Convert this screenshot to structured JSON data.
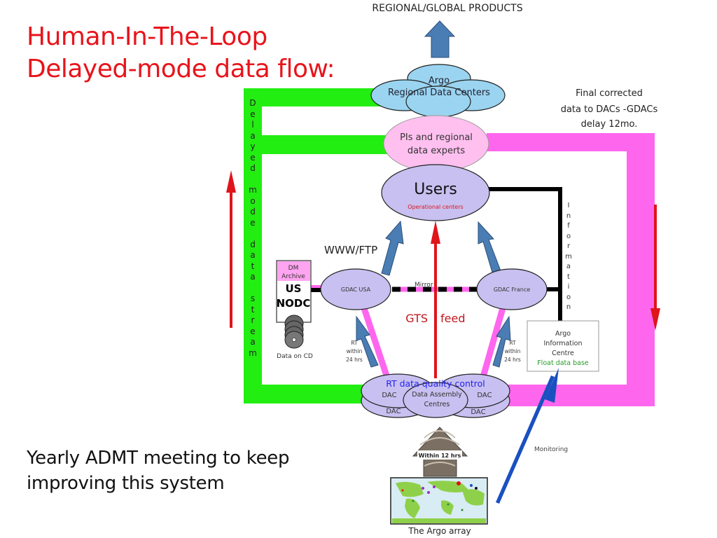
{
  "slide": {
    "title_line1": "Human-In-The-Loop",
    "title_line2": "Delayed-mode data flow:",
    "footnote_line1": "Yearly ADMT meeting to keep",
    "footnote_line2": "improving this system"
  },
  "diagram": {
    "top_label": "REGIONAL/GLOBAL  PRODUCTS",
    "regional_centers": {
      "line1": "Argo",
      "line2": "Regional Data Centers"
    },
    "pis": {
      "line1": "PIs and regional",
      "line2": "data experts"
    },
    "users": {
      "label": "Users",
      "sublabel": "Operational centers"
    },
    "final_corrected": {
      "line1": "Final corrected",
      "line2": "data to DACs -GDACs",
      "line3": "delay 12mo."
    },
    "delayed_stream_letters": [
      "D",
      "e",
      "l",
      "a",
      "y",
      "e",
      "d",
      " ",
      "m",
      "o",
      "d",
      "e",
      " ",
      "d",
      "a",
      "t",
      "a",
      " ",
      "s",
      "t",
      "r",
      "e",
      "a",
      "m"
    ],
    "information_letters": [
      "I",
      "n",
      "f",
      "o",
      "r",
      "m",
      "a",
      "t",
      "i",
      "o",
      "n"
    ],
    "www_ftp": "WWW/FTP",
    "mirror": "Mirror",
    "gdac_usa": "GDAC USA",
    "gdac_france": "GDAC France",
    "gts_left": "GTS",
    "gts_right": "feed",
    "nodc": {
      "dm_line1": "DM",
      "dm_line2": "Archive",
      "us": "US",
      "nodc": "NODC",
      "cd_label": "Data on CD"
    },
    "rt_within_left": {
      "line1": "RT",
      "line2": "within",
      "line3": "24 hrs"
    },
    "rt_within_right": {
      "line1": "RT",
      "line2": "within",
      "line3": "24 hrs"
    },
    "aic": {
      "line1": "Argo",
      "line2": "Information",
      "line3": "Centre",
      "line4": "Float data base"
    },
    "dac_cluster": {
      "rt_qc": "RT data quality control",
      "dac": "DAC",
      "dac_center_line1": "Data Assembly",
      "dac_center_line2": "Centres"
    },
    "within_12": "Within 12 hrs",
    "argo_array": "The Argo array",
    "monitoring": "Monitoring",
    "colors": {
      "green": "#22ee11",
      "magenta": "#ff66ee",
      "lavender": "#c8c0f0",
      "light_blue": "#9ad4f0",
      "pink": "#ffc0f0",
      "red": "#e0141b",
      "steel_blue": "#4a7db4",
      "blue_text": "#2222ee"
    }
  }
}
